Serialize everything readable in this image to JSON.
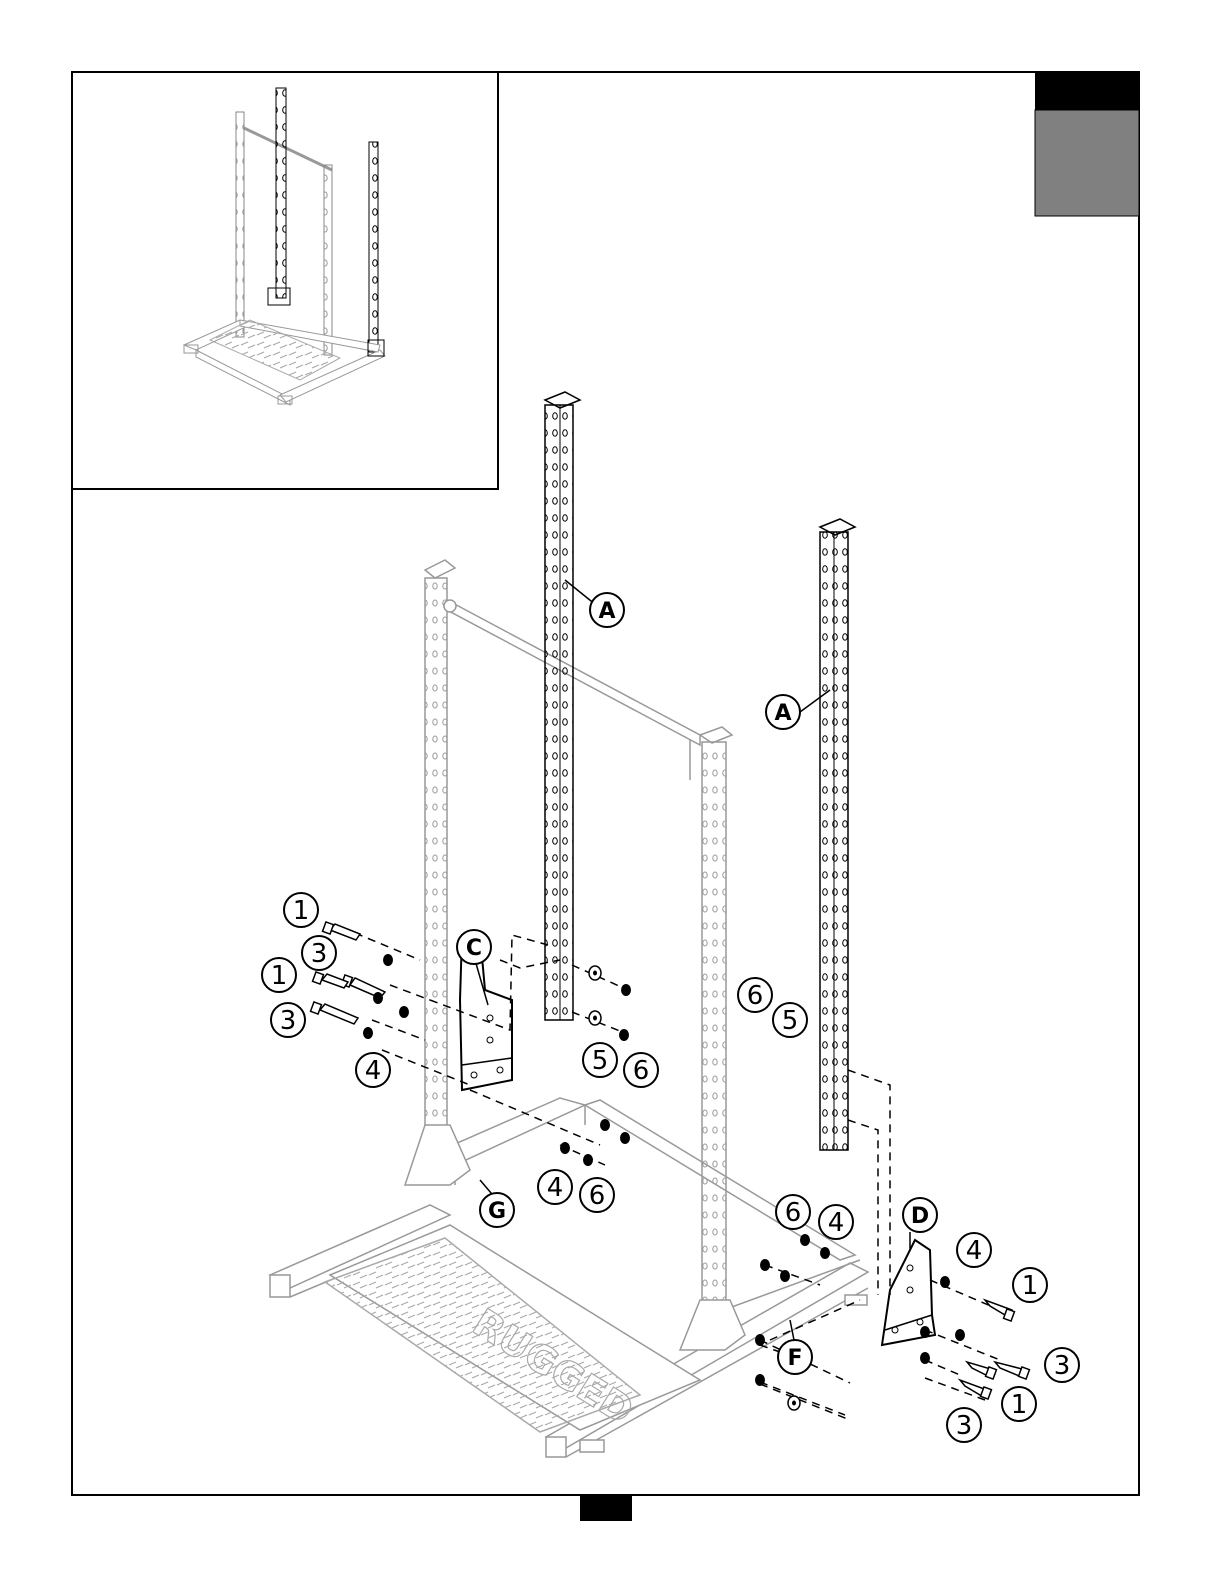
{
  "page": {
    "step_tab_top_color": "#000000",
    "step_tab_bottom_color": "#808080",
    "page_number_block_color": "#000000",
    "watermark_logo_text": "RUGGED"
  },
  "parts": {
    "A": "A",
    "C": "C",
    "D": "D",
    "F": "F",
    "G": "G"
  },
  "hardware": {
    "h1": "1",
    "h3": "3",
    "h4": "4",
    "h5": "5",
    "h6": "6"
  }
}
